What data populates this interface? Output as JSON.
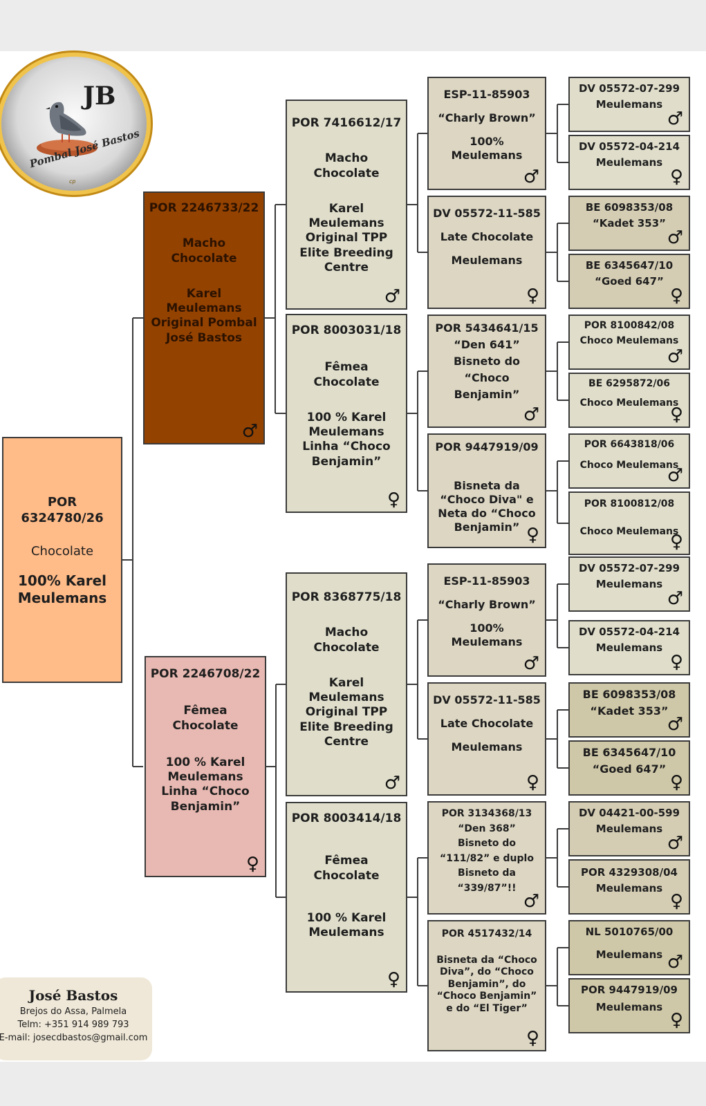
{
  "logo": {
    "initials": "JB",
    "name": "Pombal José Bastos",
    "mark": "cp"
  },
  "contact": {
    "name": "José Bastos",
    "address": "Brejos do Assa, Palmela",
    "phone": "Telm: +351 914 989 793",
    "email": "E-mail: josecdbastos@gmail.com"
  },
  "colors": {
    "subject": "#ffbb88",
    "sire": "#944200",
    "dam": "#e8b9b2",
    "box": "#e0decb",
    "line": "#3a3a3a"
  },
  "birds": {
    "subject": {
      "lines": [
        "POR 6324780/26",
        "Chocolate",
        "100% Karel Meulemans"
      ],
      "sex": ""
    },
    "s": {
      "lines": [
        "POR 2246733/22",
        "Macho Chocolate",
        "Karel Meulemans",
        "Original Pombal José Bastos"
      ],
      "sex": "♂"
    },
    "d": {
      "lines": [
        "POR 2246708/22",
        "Fêmea Chocolate",
        "100 % Karel Meulemans",
        "Linha “Choco Benjamin”"
      ],
      "sex": "♀"
    },
    "ss": {
      "lines": [
        "POR 7416612/17",
        "Macho Chocolate",
        "Karel Meulemans",
        "Original TPP Elite Breeding Centre"
      ],
      "sex": "♂"
    },
    "sd": {
      "lines": [
        "POR 8003031/18",
        "Fêmea Chocolate",
        "100 % Karel Meulemans Linha “Choco Benjamin”"
      ],
      "sex": "♀"
    },
    "ds": {
      "lines": [
        "POR 8368775/18",
        "Macho Chocolate",
        "Karel Meulemans",
        "Original TPP Elite Breeding Centre"
      ],
      "sex": "♂"
    },
    "dd": {
      "lines": [
        "POR 8003414/18",
        "Fêmea Chocolate",
        "100 % Karel Meulemans"
      ],
      "sex": "♀"
    },
    "sss": {
      "lines": [
        "ESP-11-85903",
        "“Charly Brown”",
        "100% Meulemans"
      ],
      "sex": "♂"
    },
    "ssd": {
      "lines": [
        "DV 05572-11-585",
        "Late Chocolate",
        "Meulemans"
      ],
      "sex": "♀"
    },
    "sds": {
      "lines": [
        "POR 5434641/15",
        "“Den 641”",
        "Bisneto do",
        "“Choco",
        "Benjamin”"
      ],
      "sex": "♂"
    },
    "sdd": {
      "lines": [
        "POR 9447919/09",
        "Bisneta da “Choco Diva\" e Neta do “Choco Benjamin”"
      ],
      "sex": "♀"
    },
    "dss": {
      "lines": [
        "ESP-11-85903",
        "“Charly Brown”",
        "100% Meulemans"
      ],
      "sex": "♂"
    },
    "dsd": {
      "lines": [
        "DV 05572-11-585",
        "Late Chocolate",
        "Meulemans"
      ],
      "sex": "♀"
    },
    "dds": {
      "lines": [
        "POR 3134368/13",
        "“Den 368”",
        "Bisneto do",
        "“111/82” e duplo",
        "Bisneto da",
        "“339/87”!!"
      ],
      "sex": "♂"
    },
    "ddd": {
      "lines": [
        "POR 4517432/14",
        "Bisneta da “Choco Diva”, do “Choco Benjamin”, do “Choco Benjamin” e do “El Tiger”"
      ],
      "sex": "♀"
    },
    "ssss": {
      "lines": [
        "DV 05572-07-299",
        "Meulemans"
      ],
      "sex": "♂"
    },
    "sssd": {
      "lines": [
        "DV 05572-04-214",
        "Meulemans"
      ],
      "sex": "♀"
    },
    "ssds": {
      "lines": [
        "BE 6098353/08",
        "“Kadet 353”"
      ],
      "sex": "♂"
    },
    "ssdd": {
      "lines": [
        "BE 6345647/10",
        "“Goed 647”"
      ],
      "sex": "♀"
    },
    "sdss": {
      "lines": [
        "POR 8100842/08",
        "Choco Meulemans"
      ],
      "sex": "♂"
    },
    "sdsd": {
      "lines": [
        "BE 6295872/06",
        "Choco Meulemans"
      ],
      "sex": "♀"
    },
    "sdds": {
      "lines": [
        "POR 6643818/06",
        "Choco Meulemans"
      ],
      "sex": "♂"
    },
    "sddd": {
      "lines": [
        "POR 8100812/08",
        "Choco Meulemans"
      ],
      "sex": "♀"
    },
    "dsss": {
      "lines": [
        "DV 05572-07-299",
        "Meulemans"
      ],
      "sex": "♂"
    },
    "dssd": {
      "lines": [
        "DV 05572-04-214",
        "Meulemans"
      ],
      "sex": "♀"
    },
    "dsds": {
      "lines": [
        "BE 6098353/08",
        "“Kadet 353”"
      ],
      "sex": "♂"
    },
    "dsdd": {
      "lines": [
        "BE 6345647/10",
        "“Goed 647”"
      ],
      "sex": "♀"
    },
    "ddss": {
      "lines": [
        "DV 04421-00-599",
        "Meulemans"
      ],
      "sex": "♂"
    },
    "ddsd": {
      "lines": [
        "POR 4329308/04",
        "Meulemans"
      ],
      "sex": "♀"
    },
    "ddds": {
      "lines": [
        "NL 5010765/00",
        "Meulemans"
      ],
      "sex": "♂"
    },
    "dddd": {
      "lines": [
        "POR 9447919/09",
        "Meulemans"
      ],
      "sex": "♀"
    }
  }
}
